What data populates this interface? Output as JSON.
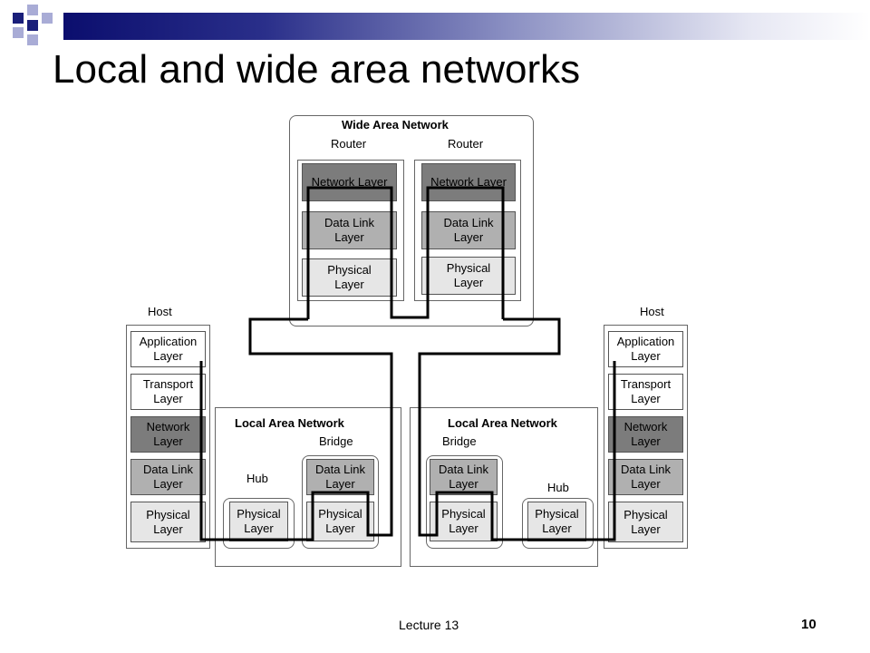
{
  "slide": {
    "title": "Local and wide area networks",
    "footer": "Lecture 13",
    "page_number": "10"
  },
  "wan": {
    "title": "Wide Area Network",
    "router_left": {
      "label": "Router",
      "network": "Network Layer",
      "datalink": "Data Link\nLayer",
      "physical": "Physical\nLayer"
    },
    "router_right": {
      "label": "Router",
      "network": "Network Layer",
      "datalink": "Data Link\nLayer",
      "physical": "Physical\nLayer"
    }
  },
  "host_left": {
    "label": "Host",
    "application": "Application\nLayer",
    "transport": "Transport\nLayer",
    "network": "Network\nLayer",
    "datalink": "Data Link\nLayer",
    "physical": "Physical\nLayer"
  },
  "host_right": {
    "label": "Host",
    "application": "Application\nLayer",
    "transport": "Transport\nLayer",
    "network": "Network\nLayer",
    "datalink": "Data Link\nLayer",
    "physical": "Physical\nLayer"
  },
  "lan_left": {
    "title": "Local Area Network",
    "hub": {
      "label": "Hub",
      "physical": "Physical\nLayer"
    },
    "bridge": {
      "label": "Bridge",
      "datalink": "Data Link\nLayer",
      "physical": "Physical\nLayer"
    }
  },
  "lan_right": {
    "title": "Local Area Network",
    "hub": {
      "label": "Hub",
      "physical": "Physical\nLayer"
    },
    "bridge": {
      "label": "Bridge",
      "datalink": "Data Link\nLayer",
      "physical": "Physical\nLayer"
    }
  },
  "colors": {
    "header_bar_dark": "#0b0e6e",
    "square_dark": "#1a1f7a",
    "square_light": "#a9acd6",
    "layer_dark": "#7c7c7c",
    "layer_mid": "#b0b0b0",
    "layer_light": "#e6e6e6",
    "link_line": "#000000"
  }
}
